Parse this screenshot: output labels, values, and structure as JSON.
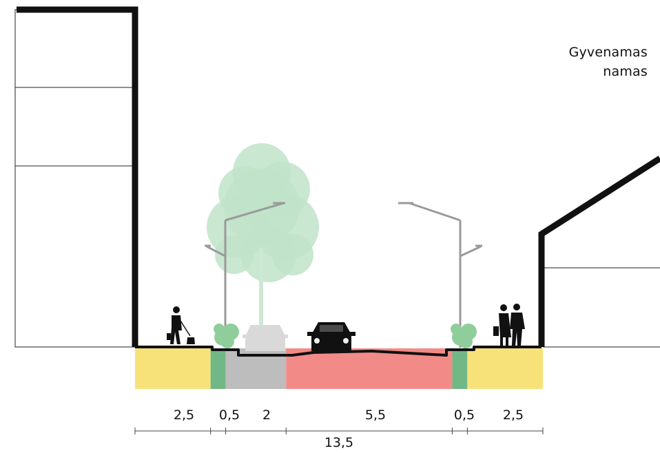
{
  "house_label": {
    "line1": "Gyvenamas",
    "line2": "namas"
  },
  "segments": [
    {
      "width": "2,5",
      "zone": "sidewalk"
    },
    {
      "width": "0,5",
      "zone": "greenery"
    },
    {
      "width": "2",
      "zone": "parking"
    },
    {
      "width": "5,5",
      "zone": "carriageway"
    },
    {
      "width": "0,5",
      "zone": "greenery"
    },
    {
      "width": "2,5",
      "zone": "sidewalk"
    }
  ],
  "total_width": "13,5",
  "colors": {
    "sidewalk": "#f7e27a",
    "greenery": "#72b886",
    "parking": "#bdbdbd",
    "carriageway": "#f28b87",
    "tree": "#bfe3c9",
    "outline": "#111111",
    "lamp": "#999999"
  }
}
